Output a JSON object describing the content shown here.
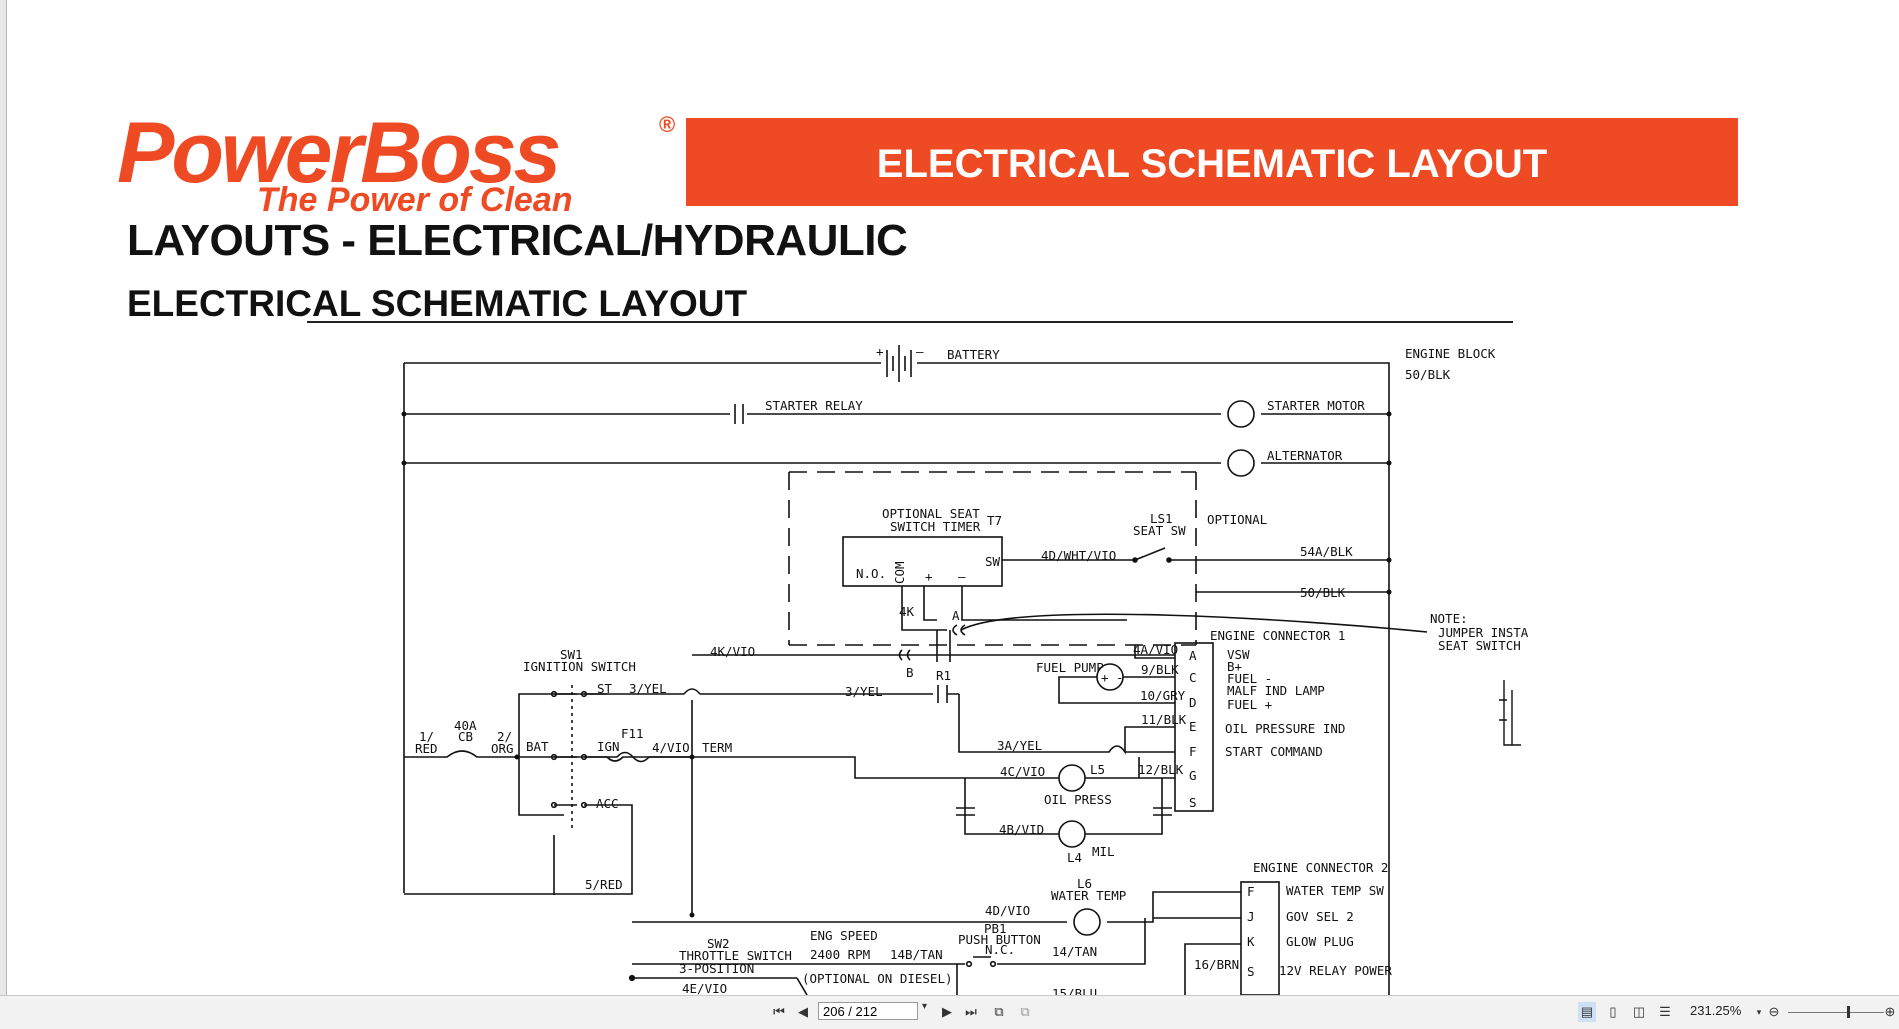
{
  "header": {
    "logo_name": "PowerBoss",
    "logo_reg": "®",
    "logo_tagline": "The Power of Clean",
    "banner_title": "ELECTRICAL SCHEMATIC LAYOUT",
    "heading": "LAYOUTS - ELECTRICAL/HYDRAULIC",
    "subheading": "ELECTRICAL SCHEMATIC LAYOUT"
  },
  "schematic": {
    "battery": "BATTERY",
    "battery_plus": "+",
    "battery_minus": "—",
    "engine_block": "ENGINE BLOCK",
    "blk50_top": "50/BLK",
    "starter_relay": "STARTER RELAY",
    "starter_motor": "STARTER MOTOR",
    "alternator": "ALTERNATOR",
    "timer_line1": "OPTIONAL SEAT",
    "timer_line2": "SWITCH TIMER",
    "t7": "T7",
    "nd": "N.O.",
    "com": "COM",
    "plus": "+",
    "minus": "—",
    "sw": "SW",
    "k4": "4K",
    "ls1": "LS1",
    "seat_sw": "SEAT SW",
    "optional": "OPTIONAL",
    "w4d_wht_vio": "4D/WHT/VIO",
    "blk54a": "54A/BLK",
    "blk50_mid": "50/BLK",
    "note": "NOTE:",
    "jumper": "JUMPER INSTA",
    "seat_switch": "SEAT SWITCH",
    "sw1": "SW1",
    "ignition_switch": "IGNITION SWITCH",
    "w4k_vio": "4K/VIO",
    "st": "ST",
    "w3_yel_a": "3/YEL",
    "w3_yel_b": "3/YEL",
    "r1": "R1",
    "b": "B",
    "a": "A",
    "w4a_vio": "4A/VIO",
    "engine_connector_1": "ENGINE CONNECTOR 1",
    "fuel_pump": "FUEL PUMP",
    "pump_sym": "+ -",
    "w9_blk": "9/BLK",
    "w10_gry": "10/GRY",
    "w11_blk": "11/BLK",
    "w3a_yel": "3A/YEL",
    "w4c_vio": "4C/VIO",
    "l5": "L5",
    "w12_blk": "12/BLK",
    "oil_press": "OIL PRESS",
    "w4b_vio": "4B/VID",
    "mil": "MIL",
    "l4": "L4",
    "ec1_pins": [
      "A",
      "C",
      "D",
      "E",
      "F",
      "G",
      "S"
    ],
    "ec1_labels": [
      "VSW",
      "B+",
      "FUEL -",
      "MALF IND LAMP",
      "FUEL +",
      "OIL PRESSURE IND",
      "START COMMAND"
    ],
    "w1_red": "1/",
    "w1_red2": "RED",
    "cb40a": "40A",
    "cb": "CB",
    "w2_org": "2/",
    "w2_org2": "ORG",
    "bat": "BAT",
    "ign": "IGN",
    "f11": "F11",
    "w4_vio": "4/VIO",
    "term": "TERM",
    "acc": "ACC",
    "w5_red": "5/RED",
    "l6": "L6",
    "water_temp": "WATER TEMP",
    "w4d_vio": "4D/VIO",
    "engine_connector_2": "ENGINE CONNECTOR 2",
    "ec2_pins": [
      "F",
      "J",
      "K",
      "S"
    ],
    "ec2_labels": [
      "WATER TEMP SW",
      "GOV SEL 2",
      "GLOW PLUG",
      "12V RELAY POWER"
    ],
    "pb1": "PB1",
    "push_button": "PUSH BUTTON",
    "nc": "N.C.",
    "w14_tan": "14/TAN",
    "w16_brn": "16/BRN",
    "eng_speed": "ENG SPEED",
    "rpm": "2400 RPM",
    "w14b_tan": "14B/TAN",
    "sw2": "SW2",
    "throttle_switch": "THROTTLE SWITCH",
    "three_position": "3-POSITION",
    "optional_diesel": "(OPTIONAL ON DIESEL)",
    "w4e_vio": "4E/VIO",
    "w15_blu": "15/BLU"
  },
  "toolbar": {
    "page_value": "206 / 212",
    "zoom": "231.25%"
  }
}
